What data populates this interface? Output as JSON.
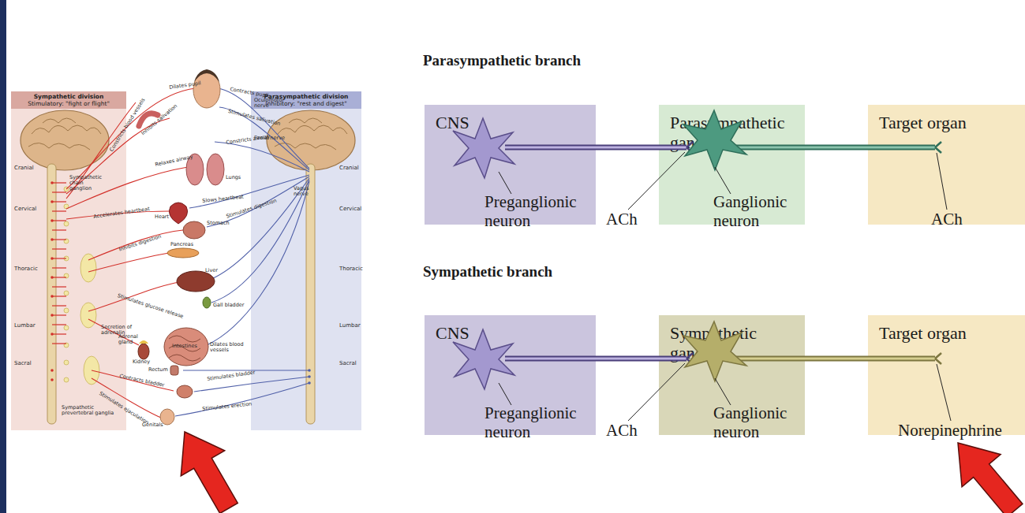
{
  "diagram": {
    "nodes": [
      {
        "text": [
          "Sympathetic division",
          "Stimulatory: \"fight or flight\""
        ]
      },
      {
        "text": [
          "Parasympathetic division",
          "Inhibitory: \"rest and digest\""
        ]
      },
      {
        "text": [
          "CNS"
        ]
      },
      {
        "text": [
          "Parasympathetic ganglion"
        ]
      },
      {
        "text": [
          "Target organ"
        ]
      },
      {
        "text": [
          "CNS"
        ]
      },
      {
        "text": [
          "Sympathetic ganglion"
        ]
      },
      {
        "text": [
          "Target organ"
        ]
      }
    ],
    "labels": [
      "Cranial",
      "Cervical",
      "Thoracic",
      "Lumbar",
      "Sacral",
      "Sympathetic chain ganglion",
      "Sympathetic prevertebral ganglia",
      "Dilates pupil",
      "Inhibits salivation",
      "Constricts blood vessels",
      "Relaxes airway",
      "Accelerates heartbeat",
      "Inhibits digestion",
      "Stimulates glucose release",
      "Secretion of adrenalin",
      "Contracts bladder",
      "Stimulates ejaculation",
      "Contracts pupil",
      "Stimulates salivation",
      "Constricts airway",
      "Slows heartbeat",
      "Stimulates digestion",
      "Dilates blood vessels",
      "Stimulates bladder",
      "Stimulates erection",
      "Oculomotor nerve",
      "Facial nerve",
      "Vagus nerve",
      "Cranial",
      "Cervical",
      "Thoracic",
      "Lumbar",
      "Sacral",
      "Lungs",
      "Heart",
      "Stomach",
      "Pancreas",
      "Liver",
      "Gall bladder",
      "Adrenal gland",
      "Kidney",
      "Intestines",
      "Rectum",
      "Genitals",
      "Parasympathetic branch",
      "Preganglionic neuron",
      "ACh",
      "Ganglionic neuron",
      "ACh",
      "Sympathetic branch",
      "Preganglionic neuron",
      "ACh",
      "Ganglionic neuron",
      "Norepinephrine"
    ]
  }
}
